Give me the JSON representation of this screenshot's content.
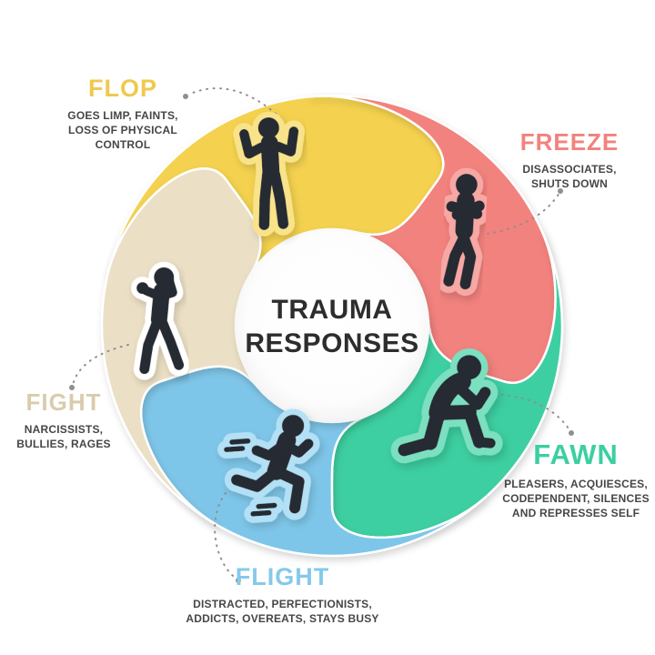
{
  "background": "#ffffff",
  "center": {
    "lines": [
      "TRAUMA",
      "RESPONSES"
    ],
    "color": "#2d2d2d"
  },
  "figure_color": "#272b33",
  "connector_color": "#8f8f8f",
  "segments": [
    {
      "id": "flop",
      "label": "FLOP",
      "desc_lines": [
        "GOES LIMP, FAINTS,",
        "LOSS OF PHYSICAL",
        "CONTROL"
      ],
      "color": "#F4D24F",
      "halo": "#F8E38A",
      "title_color": "#EFC94F",
      "icon": "person-arms-raised-icon"
    },
    {
      "id": "freeze",
      "label": "FREEZE",
      "desc_lines": [
        "DISASSOCIATES,",
        "SHUTS DOWN"
      ],
      "color": "#F2827E",
      "halo": "#F7A8A4",
      "title_color": "#F2827E",
      "icon": "person-hugging-self-icon"
    },
    {
      "id": "fawn",
      "label": "FAWN",
      "desc_lines": [
        "PLEASERS, ACQUIESCES,",
        "CODEPENDENT, SILENCES",
        "AND REPRESSES SELF"
      ],
      "color": "#3CCFA1",
      "halo": "#7BDFC0",
      "title_color": "#3CCFA1",
      "icon": "person-kneeling-icon"
    },
    {
      "id": "flight",
      "label": "FLIGHT",
      "desc_lines": [
        "DISTRACTED, PERFECTIONISTS,",
        "ADDICTS, OVEREATS, STAYS BUSY"
      ],
      "color": "#7EC6E9",
      "halo": "#B3E0F4",
      "title_color": "#85C9EB",
      "icon": "person-running-icon"
    },
    {
      "id": "fight",
      "label": "FIGHT",
      "desc_lines": [
        "NARCISSISTS,",
        "BULLIES, RAGES"
      ],
      "color": "#EBDFC5",
      "halo": "#FFFFFF",
      "title_color": "#D9CCAC",
      "icon": "person-boxing-icon"
    }
  ]
}
